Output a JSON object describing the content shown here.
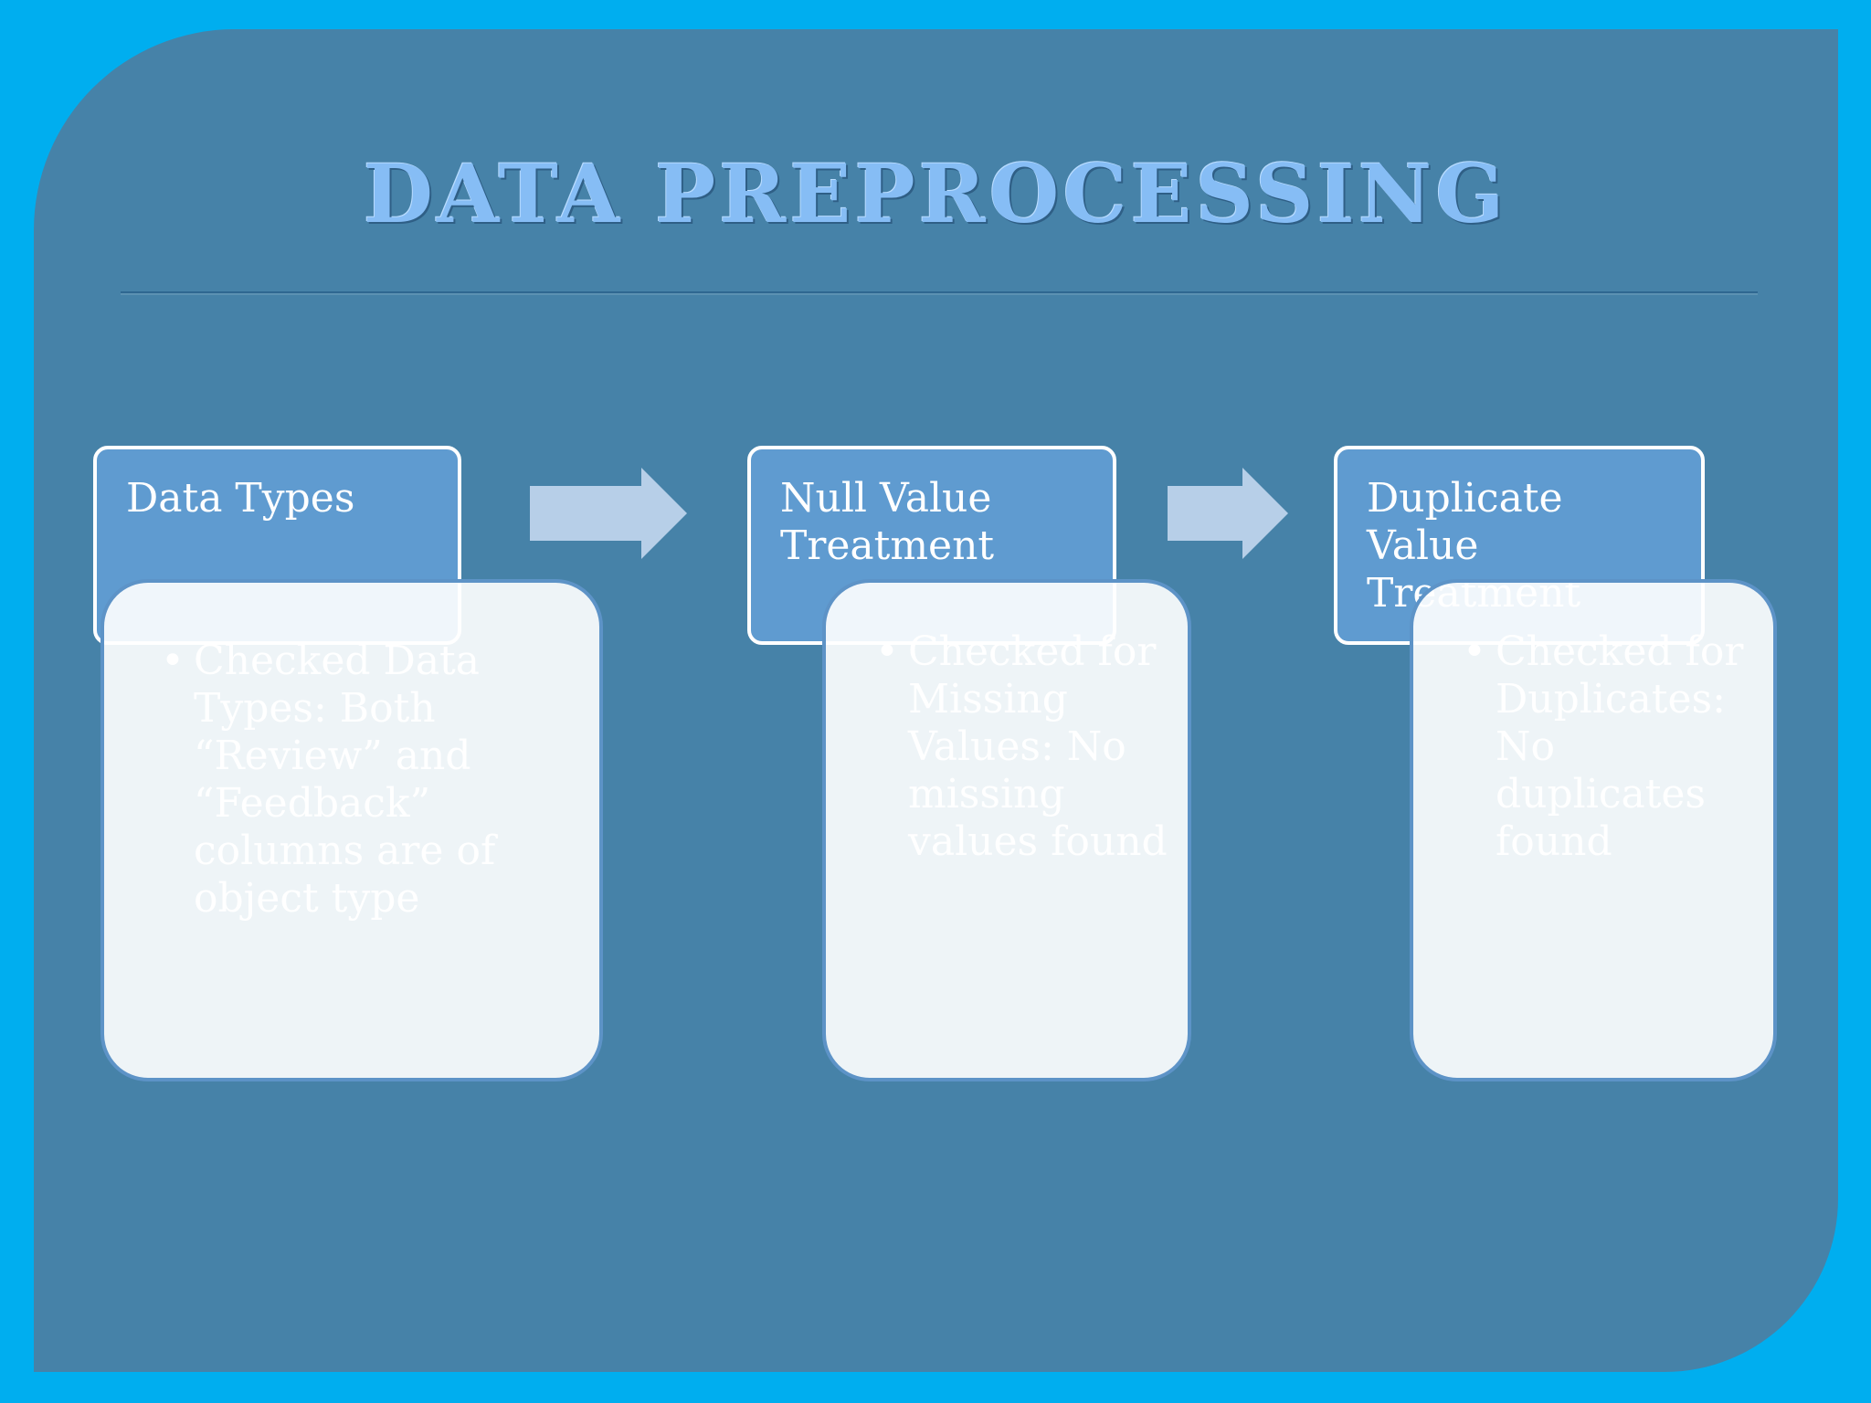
{
  "title": "DATA PREPROCESSING",
  "steps": [
    {
      "label": "Data Types",
      "detail": "Checked Data Types: Both “Review” and “Feedback” columns are of object type"
    },
    {
      "label": "Null Value Treatment",
      "detail": "Checked for Missing Values: No missing values found"
    },
    {
      "label": "Duplicate Value Treatment",
      "detail": "Checked for Duplicates: No duplicates found"
    }
  ],
  "colors": {
    "frame": "#00aeef",
    "background": "#4682a8",
    "title": "#86bdf5",
    "step_box": "#5f9bd0",
    "card": "#eef3f8",
    "arrow": "#b7cfe8"
  },
  "icons": {
    "bullet": "bullet-icon",
    "arrow": "arrow-right-icon"
  }
}
